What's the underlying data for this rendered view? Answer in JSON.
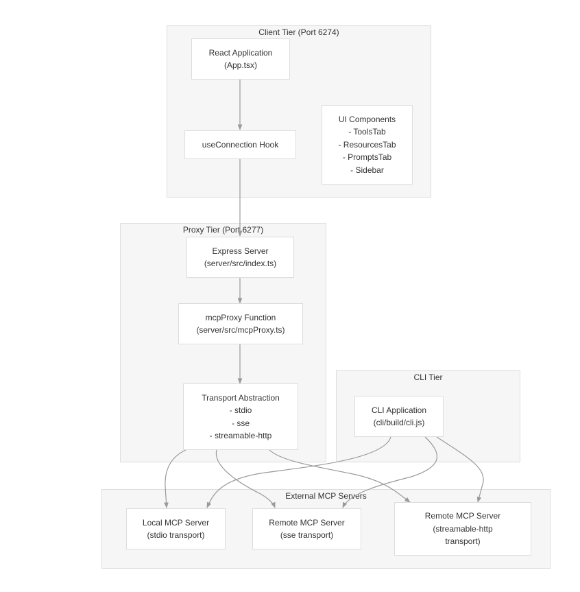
{
  "clusters": {
    "client": {
      "title": "Client Tier (Port 6274)"
    },
    "proxy": {
      "title": "Proxy Tier (Port 6277)"
    },
    "cli": {
      "title": "CLI Tier"
    },
    "external": {
      "title": "External MCP Servers"
    }
  },
  "nodes": {
    "react_app": {
      "lines": [
        "React Application",
        "(App.tsx)"
      ]
    },
    "use_connection": {
      "lines": [
        "useConnection Hook"
      ]
    },
    "ui_components": {
      "lines": [
        "UI Components",
        "- ToolsTab",
        "- ResourcesTab",
        "- PromptsTab",
        "- Sidebar"
      ]
    },
    "express_server": {
      "lines": [
        "Express Server",
        "(server/src/index.ts)"
      ]
    },
    "mcp_proxy": {
      "lines": [
        "mcpProxy Function",
        "(server/src/mcpProxy.ts)"
      ]
    },
    "transport": {
      "lines": [
        "Transport Abstraction",
        "- stdio",
        "- sse",
        "- streamable-http"
      ]
    },
    "cli_app": {
      "lines": [
        "CLI Application",
        "(cli/build/cli.js)"
      ]
    },
    "local_mcp": {
      "lines": [
        "Local MCP Server",
        "(stdio transport)"
      ]
    },
    "remote_sse": {
      "lines": [
        "Remote MCP Server",
        "(sse transport)"
      ]
    },
    "remote_http": {
      "lines": [
        "Remote MCP Server",
        "(streamable-http",
        "transport)"
      ]
    }
  },
  "colors": {
    "edge": "#999999",
    "cluster_fill": "#f6f6f6",
    "border": "#dddddd",
    "text": "#333333"
  }
}
